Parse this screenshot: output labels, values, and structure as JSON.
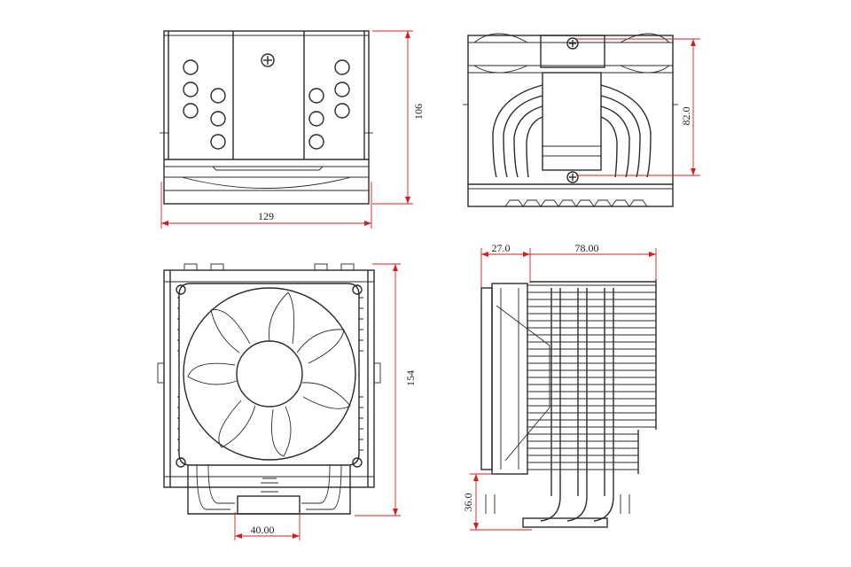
{
  "drawing": {
    "views": [
      {
        "name": "top-view",
        "dimensions": {
          "width": "129",
          "height": "106"
        }
      },
      {
        "name": "side-top-view",
        "dimensions": {
          "height": "82.0"
        }
      },
      {
        "name": "front-view",
        "dimensions": {
          "height": "154",
          "base_width": "40.00"
        }
      },
      {
        "name": "side-view",
        "dimensions": {
          "fan_offset": "27.0",
          "depth": "78.00",
          "clearance": "36.0"
        }
      }
    ],
    "colors": {
      "line": "#2a2a2a",
      "dimension": "#d02020",
      "background": "#ffffff"
    }
  }
}
